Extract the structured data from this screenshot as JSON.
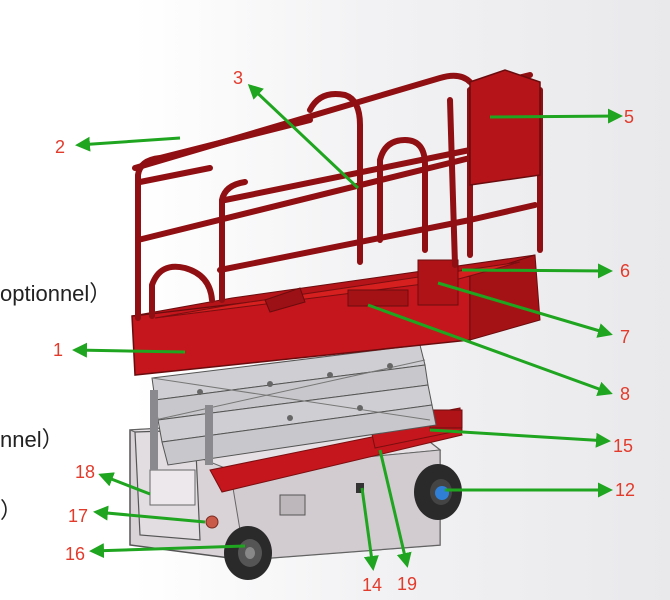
{
  "figure": {
    "side_text": [
      "optionnel）",
      "nnel）",
      "）"
    ],
    "callouts": [
      {
        "id": "label-1",
        "text": "1"
      },
      {
        "id": "label-2",
        "text": "2"
      },
      {
        "id": "label-3",
        "text": "3"
      },
      {
        "id": "label-5",
        "text": "5"
      },
      {
        "id": "label-6",
        "text": "6"
      },
      {
        "id": "label-7",
        "text": "7"
      },
      {
        "id": "label-8",
        "text": "8"
      },
      {
        "id": "label-12",
        "text": "12"
      },
      {
        "id": "label-14",
        "text": "14"
      },
      {
        "id": "label-15",
        "text": "15"
      },
      {
        "id": "label-16",
        "text": "16"
      },
      {
        "id": "label-17",
        "text": "17"
      },
      {
        "id": "label-18",
        "text": "18"
      },
      {
        "id": "label-19",
        "text": "19"
      }
    ]
  },
  "colors": {
    "platform_red": "#c4161c",
    "platform_dark": "#8f0f12",
    "chassis_grey": "#d9d3d8",
    "scissor_grey": "#c8c8cc",
    "arrow_green": "#1fa51f",
    "label_red": "#e23b2c",
    "wheel_dark": "#2a2a2a",
    "hub_blue": "#2f7fd6"
  }
}
